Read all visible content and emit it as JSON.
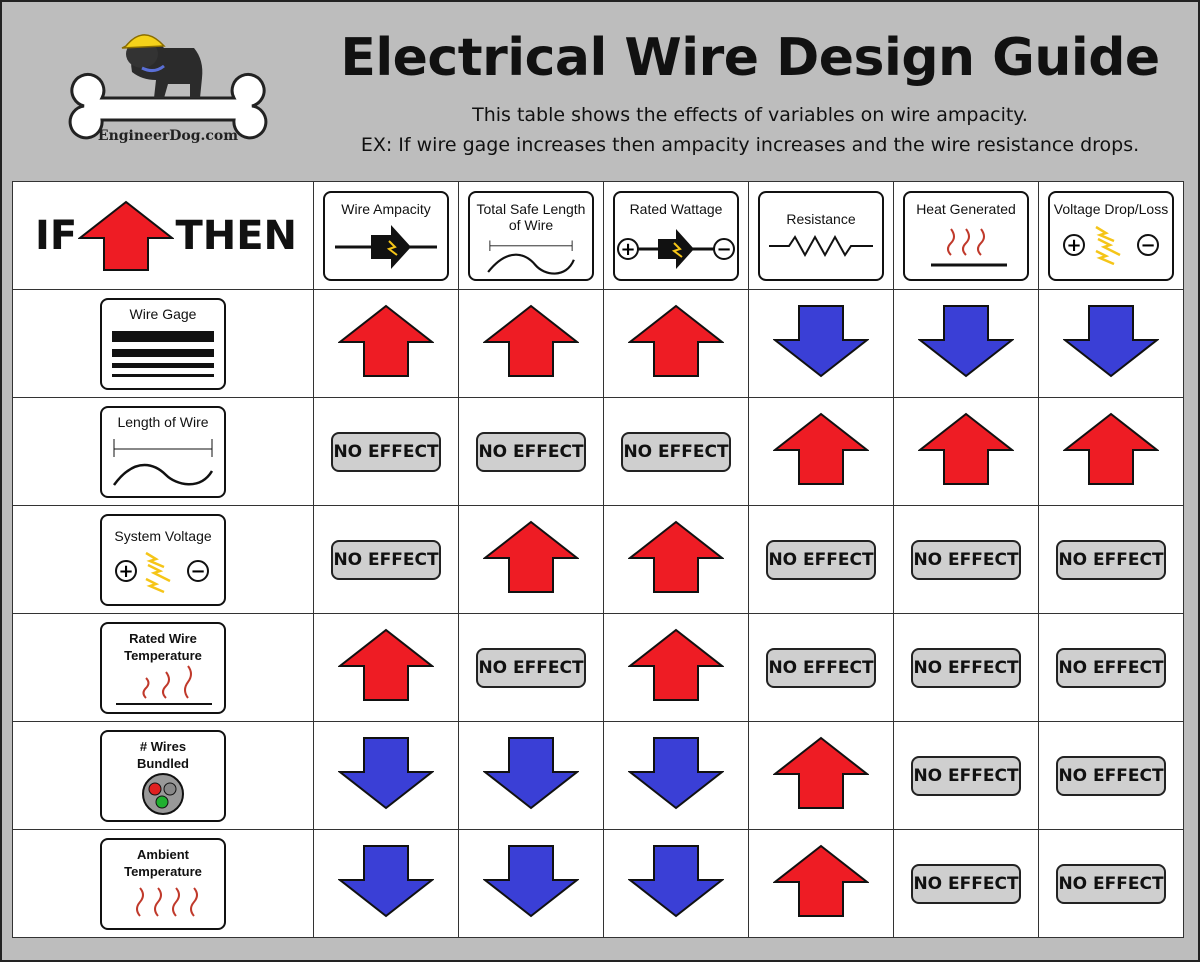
{
  "header": {
    "title": "Electrical Wire Design Guide",
    "subtitle": "This table shows the effects of variables on wire ampacity.",
    "example": "EX:  If wire gage increases then ampacity increases and the wire resistance drops.",
    "logo_text": "EngineerDog.com"
  },
  "legend": {
    "if_label": "IF",
    "then_label": "THEN"
  },
  "columns": [
    {
      "label": "Wire Ampacity",
      "icon": "wire-ampacity-icon"
    },
    {
      "label": "Total Safe Length of Wire",
      "icon": "wire-length-icon"
    },
    {
      "label": "Rated Wattage",
      "icon": "rated-wattage-icon"
    },
    {
      "label": "Resistance",
      "icon": "resistor-icon"
    },
    {
      "label": "Heat Generated",
      "icon": "heat-icon"
    },
    {
      "label": "Voltage Drop/Loss",
      "icon": "voltage-drop-icon"
    }
  ],
  "no_effect_label": "NO EFFECT",
  "rows": [
    {
      "label": "Wire Gage",
      "icon": "wire-gage-icon",
      "effects": [
        "up",
        "up",
        "up",
        "down",
        "down",
        "down"
      ]
    },
    {
      "label": "Length of Wire",
      "icon": "wire-length-icon",
      "effects": [
        "none",
        "none",
        "none",
        "up",
        "up",
        "up"
      ]
    },
    {
      "label": "System Voltage",
      "icon": "system-voltage-icon",
      "effects": [
        "none",
        "up",
        "up",
        "none",
        "none",
        "none"
      ]
    },
    {
      "label": "Rated Wire Temperature",
      "icon": "heat-icon",
      "effects": [
        "up",
        "none",
        "up",
        "none",
        "none",
        "none"
      ]
    },
    {
      "label": "# Wires Bundled",
      "icon": "wire-bundle-icon",
      "effects": [
        "down",
        "down",
        "down",
        "up",
        "none",
        "none"
      ]
    },
    {
      "label": "Ambient Temperature",
      "icon": "heat-icon",
      "effects": [
        "down",
        "down",
        "down",
        "up",
        "none",
        "none"
      ]
    }
  ],
  "colors": {
    "up": "#ee1c24",
    "down": "#3a3fd6",
    "no_effect_bg": "#cfcfcf",
    "background": "#bdbdbd"
  }
}
